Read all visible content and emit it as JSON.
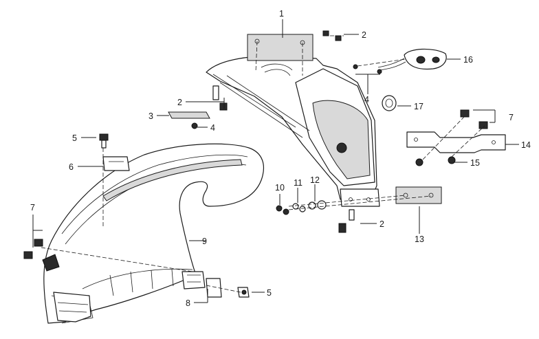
{
  "diagram": {
    "parts": [
      {
        "id": "p1",
        "number": "1"
      },
      {
        "id": "p2a",
        "number": "2"
      },
      {
        "id": "p2b",
        "number": "2"
      },
      {
        "id": "p2c",
        "number": "2"
      },
      {
        "id": "p3",
        "number": "3"
      },
      {
        "id": "p4a",
        "number": "4"
      },
      {
        "id": "p4b",
        "number": "4"
      },
      {
        "id": "p5a",
        "number": "5"
      },
      {
        "id": "p5b",
        "number": "5"
      },
      {
        "id": "p6",
        "number": "6"
      },
      {
        "id": "p7a",
        "number": "7"
      },
      {
        "id": "p7b",
        "number": "7"
      },
      {
        "id": "p8",
        "number": "8"
      },
      {
        "id": "p9",
        "number": "9"
      },
      {
        "id": "p10",
        "number": "10"
      },
      {
        "id": "p11",
        "number": "11"
      },
      {
        "id": "p12",
        "number": "12"
      },
      {
        "id": "p13",
        "number": "13"
      },
      {
        "id": "p14",
        "number": "14"
      },
      {
        "id": "p15",
        "number": "15"
      },
      {
        "id": "p16",
        "number": "16"
      },
      {
        "id": "p17",
        "number": "17"
      }
    ]
  }
}
